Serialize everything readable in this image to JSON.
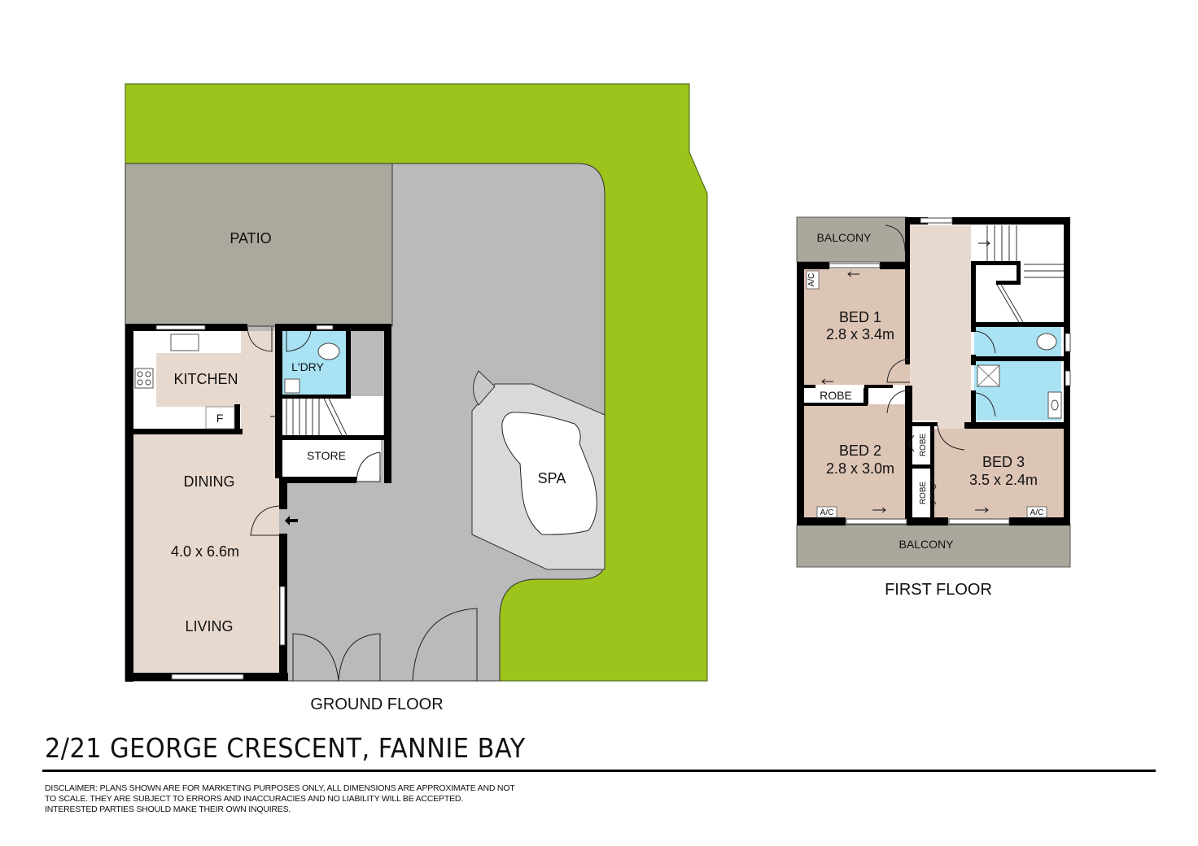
{
  "ground_floor": {
    "title": "GROUND FLOOR",
    "rooms": {
      "patio": "PATIO",
      "kitchen": "KITCHEN",
      "fridge": "F",
      "laundry": "L'DRY",
      "store": "STORE",
      "dining": "DINING",
      "dining_living_size": "4.0 x 6.6m",
      "living": "LIVING",
      "spa": "SPA"
    }
  },
  "first_floor": {
    "title": "FIRST FLOOR",
    "rooms": {
      "balcony_top": "BALCONY",
      "bed1": "BED 1",
      "bed1_size": "2.8 x 3.4m",
      "robe1": "ROBE",
      "bed2": "BED 2",
      "bed2_size": "2.8 x 3.0m",
      "robe2": "ROBE",
      "robe3": "ROBE",
      "bed3": "BED 3",
      "bed3_size": "3.5 x 2.4m",
      "balcony_bottom": "BALCONY",
      "ac_bed1": "A/C",
      "ac_bed2": "A/C",
      "ac_bed3": "A/C"
    }
  },
  "footer": {
    "address": "2/21 GEORGE CRESCENT, FANNIE BAY",
    "disclaimer": "DISCLAIMER: PLANS SHOWN ARE FOR MARKETING PURPOSES ONLY, ALL DIMENSIONS ARE APPROXIMATE AND NOT  TO SCALE. THEY  ARE SUBJECT  TO ERRORS AND INACCURACIES  AND NO LIABILITY  WILL  BE ACCEPTED. INTERESTED PARTIES SHOULD MAKE THEIR OWN INQUIRES."
  },
  "colors": {
    "lawn": "#9dc41c",
    "patio": "#aba89e",
    "driveway": "#bababa",
    "spa_deck": "#d9d9d9",
    "room_floor": "#e8d9ce",
    "bedroom_floor": "#ddc5b6",
    "wet_area": "#a9e3f3",
    "balcony": "#aaa79d",
    "wall": "#000000"
  }
}
